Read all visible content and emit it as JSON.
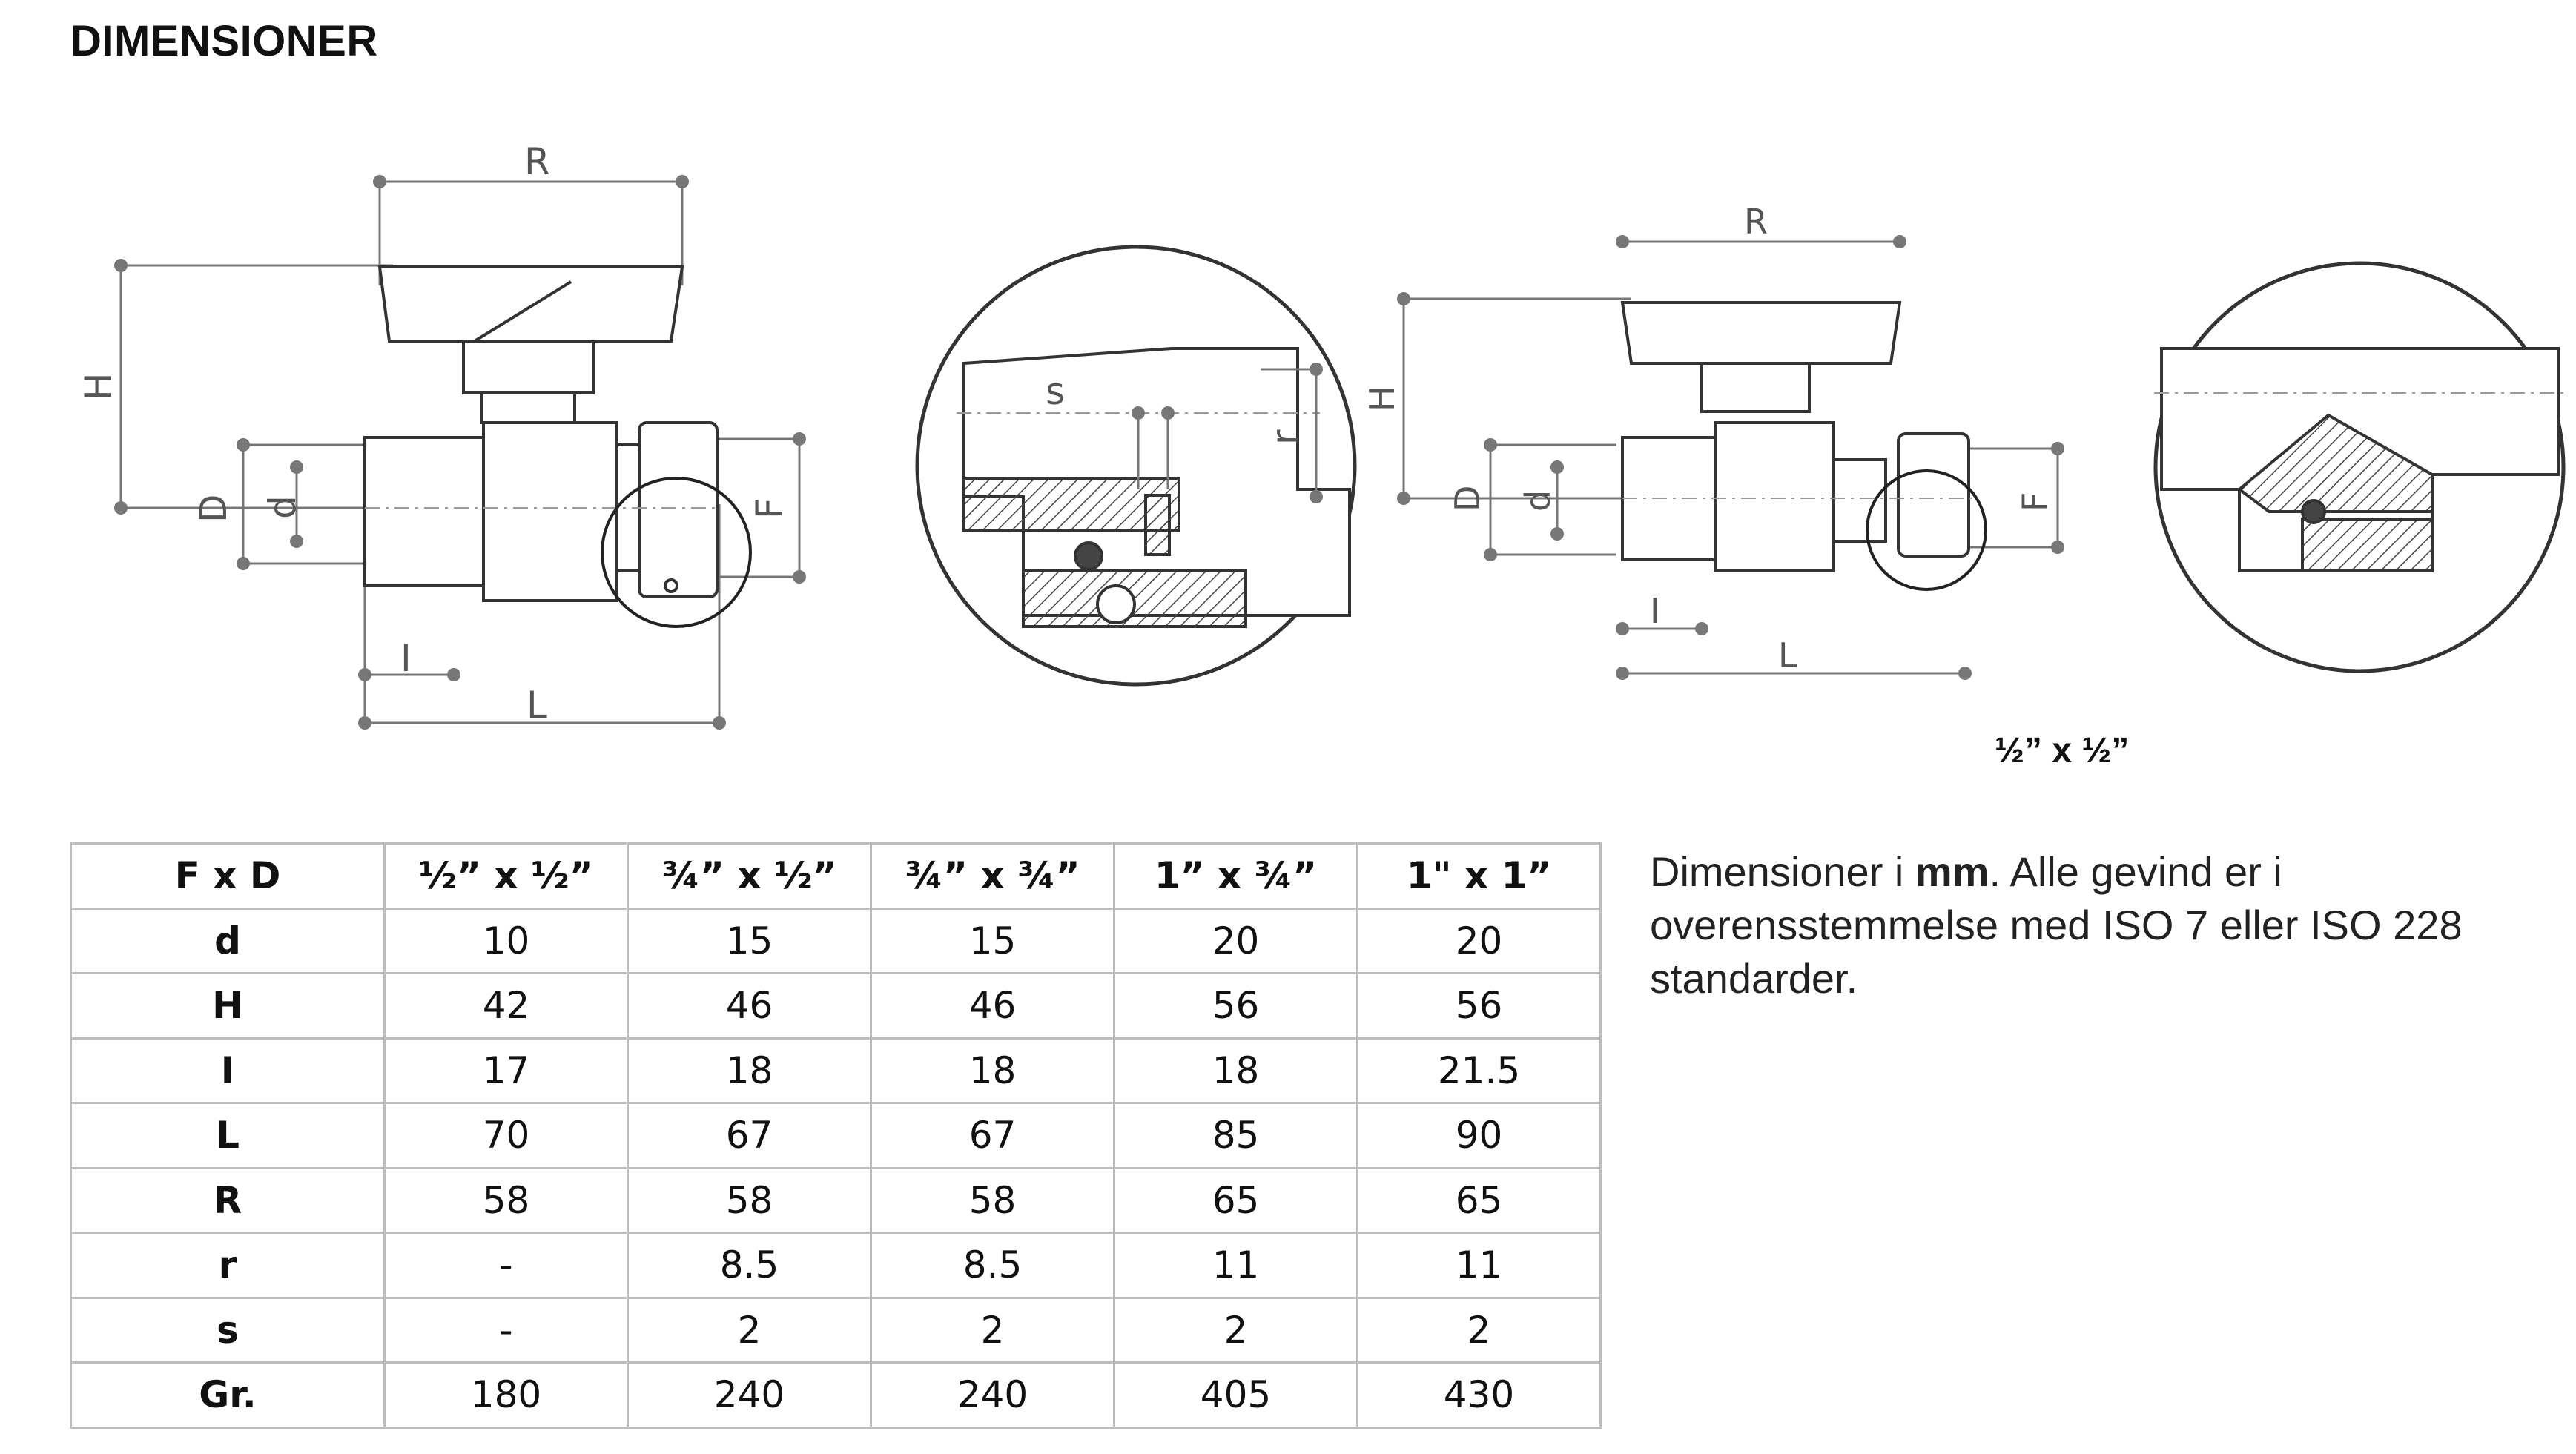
{
  "page": {
    "title": "DIMENSIONER"
  },
  "drawing_labels": {
    "R": "R",
    "H": "H",
    "D": "D",
    "d": "d",
    "F": "F",
    "I": "I",
    "L": "L",
    "s": "s",
    "r": "r"
  },
  "size_caption": "½” x ½”",
  "table": {
    "header": [
      "F x D",
      "½” x ½”",
      "¾” x ½”",
      "¾” x ¾”",
      "1” x ¾”",
      "1\" x 1”"
    ],
    "rows": [
      [
        "d",
        "10",
        "15",
        "15",
        "20",
        "20"
      ],
      [
        "H",
        "42",
        "46",
        "46",
        "56",
        "56"
      ],
      [
        "I",
        "17",
        "18",
        "18",
        "18",
        "21.5"
      ],
      [
        "L",
        "70",
        "67",
        "67",
        "85",
        "90"
      ],
      [
        "R",
        "58",
        "58",
        "58",
        "65",
        "65"
      ],
      [
        "r",
        "-",
        "8.5",
        "8.5",
        "11",
        "11"
      ],
      [
        "s",
        "-",
        "2",
        "2",
        "2",
        "2"
      ],
      [
        "Gr.",
        "180",
        "240",
        "240",
        "405",
        "430"
      ]
    ]
  },
  "note": {
    "part1": "Dimensioner i ",
    "bold": "mm",
    "part2": ". Alle gevind er i overensstemmelse med ISO 7 eller ISO 228 standarder."
  }
}
